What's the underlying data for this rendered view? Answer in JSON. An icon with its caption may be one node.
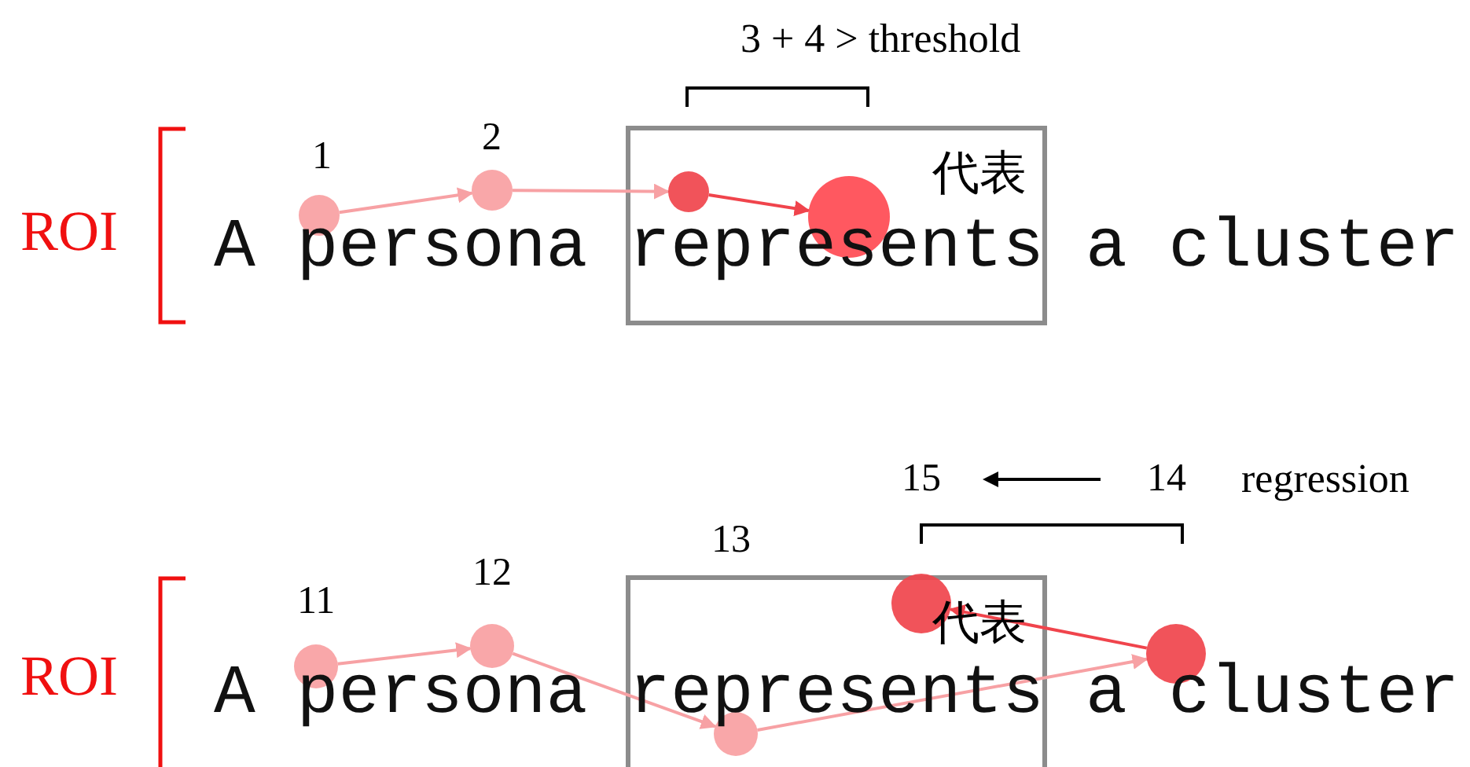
{
  "diagram": {
    "nodes": [
      {
        "text": [
          "代表"
        ]
      },
      {
        "text": [],
        "shape": "circle",
        "beside": [
          "1"
        ]
      },
      {
        "text": [],
        "shape": "circle",
        "beside": [
          "2"
        ]
      },
      {
        "text": [],
        "shape": "circle",
        "in": 0
      },
      {
        "text": [],
        "shape": "circle",
        "in": 0
      },
      {
        "text": [
          "代表"
        ]
      },
      {
        "text": [],
        "shape": "circle",
        "beside": [
          "11"
        ]
      },
      {
        "text": [],
        "shape": "circle",
        "beside": [
          "12"
        ]
      },
      {
        "text": [],
        "shape": "circle",
        "in": 5
      },
      {
        "text": [],
        "shape": "circle",
        "beside": [
          "14"
        ]
      },
      {
        "text": [],
        "shape": "circle",
        "beside": [
          "15"
        ],
        "in": 5
      }
    ],
    "edges": [
      {
        "from": 1,
        "to": 2,
        "arrow": "to"
      },
      {
        "from": 2,
        "to": 3,
        "arrow": "to"
      },
      {
        "from": 3,
        "to": 4,
        "arrow": "to",
        "color": "#f0444c"
      },
      {
        "from": 6,
        "to": 7,
        "arrow": "to"
      },
      {
        "from": 7,
        "to": 8,
        "arrow": "to"
      },
      {
        "from": 8,
        "to": 9,
        "arrow": "to"
      },
      {
        "from": 9,
        "to": 10,
        "arrow": "to",
        "color": "#f0444c"
      }
    ],
    "labels": [
      "3 + 4 > threshold",
      "ROI",
      "A persona represents a cluster",
      "regression",
      "13",
      "ROI",
      "A persona represents a cluster"
    ]
  }
}
